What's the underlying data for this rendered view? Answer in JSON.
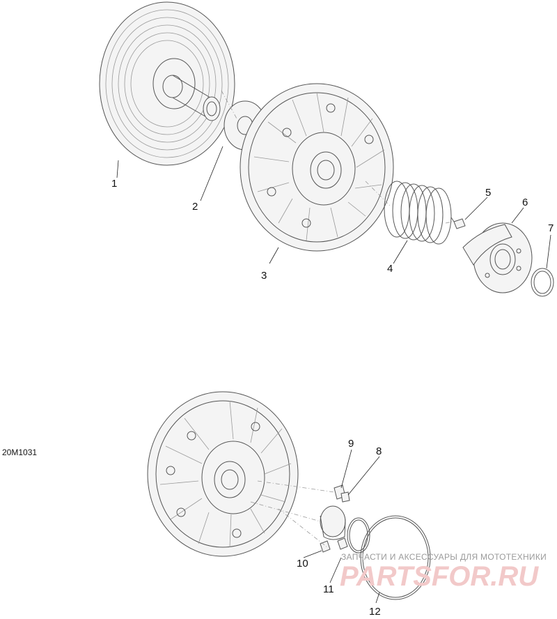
{
  "diagram": {
    "code": "20M1031",
    "callouts": [
      "1",
      "2",
      "3",
      "4",
      "5",
      "6",
      "7",
      "8",
      "9",
      "10",
      "11",
      "12"
    ]
  },
  "watermark": {
    "tagline": "ЗАПЧАСТИ И АКСЕССУАРЫ ДЛЯ МОТОТЕХНИКИ",
    "logo": "PARTSFOR.RU",
    "logo_color": "#e8a0a0"
  }
}
